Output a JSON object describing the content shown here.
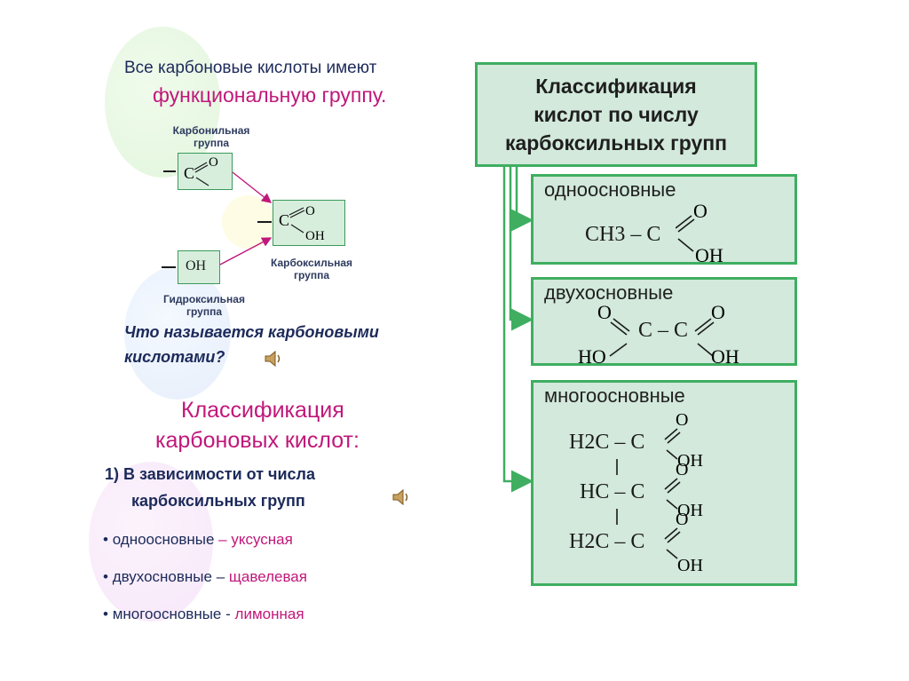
{
  "intro": {
    "line1": "Все карбоновые кислоты имеют",
    "line2": "функциональную группу."
  },
  "groups": {
    "carbonyl_label_1": "Карбонильная",
    "carbonyl_label_2": "группа",
    "carboxyl_label_1": "Карбоксильная",
    "carboxyl_label_2": "группа",
    "hydroxyl_label_1": "Гидроксильная",
    "hydroxyl_label_2": "группа",
    "hydroxyl_formula": "OH"
  },
  "question": {
    "line1": "Что называется карбоновыми",
    "line2": "кислотами?"
  },
  "classification": {
    "title_1": "Классификация",
    "title_2": "карбоновых кислот:",
    "criterion_1": "1) В зависимости от числа",
    "criterion_2": "карбоксильных групп",
    "items": [
      {
        "bullet": "•",
        "type": "одноосновные",
        "dash": "–",
        "example": "уксусная"
      },
      {
        "bullet": "•",
        "type": "двухосновные",
        "dash": "–",
        "example": "щавелевая"
      },
      {
        "bullet": "•",
        "type": "многоосновные",
        "dash": "-",
        "example": "лимонная"
      }
    ]
  },
  "scheme": {
    "header_1": "Классификация",
    "header_2": "кислот по числу",
    "header_3": "карбоксильных групп",
    "mono": {
      "title": "одноосновные",
      "formula": "CH3 – C"
    },
    "di": {
      "title": "двухосновные",
      "formula": "C – C"
    },
    "poly": {
      "title": "многоосновные",
      "row1": "H2C – C",
      "row2": "HC – C",
      "row3": "H2C – C"
    }
  },
  "colors": {
    "green_border": "#3fae61",
    "box_fill": "#d2e9db",
    "magenta": "#c0187a",
    "navy": "#1c2a5a"
  },
  "icons": [
    "speaker-icon",
    "speaker-icon"
  ]
}
